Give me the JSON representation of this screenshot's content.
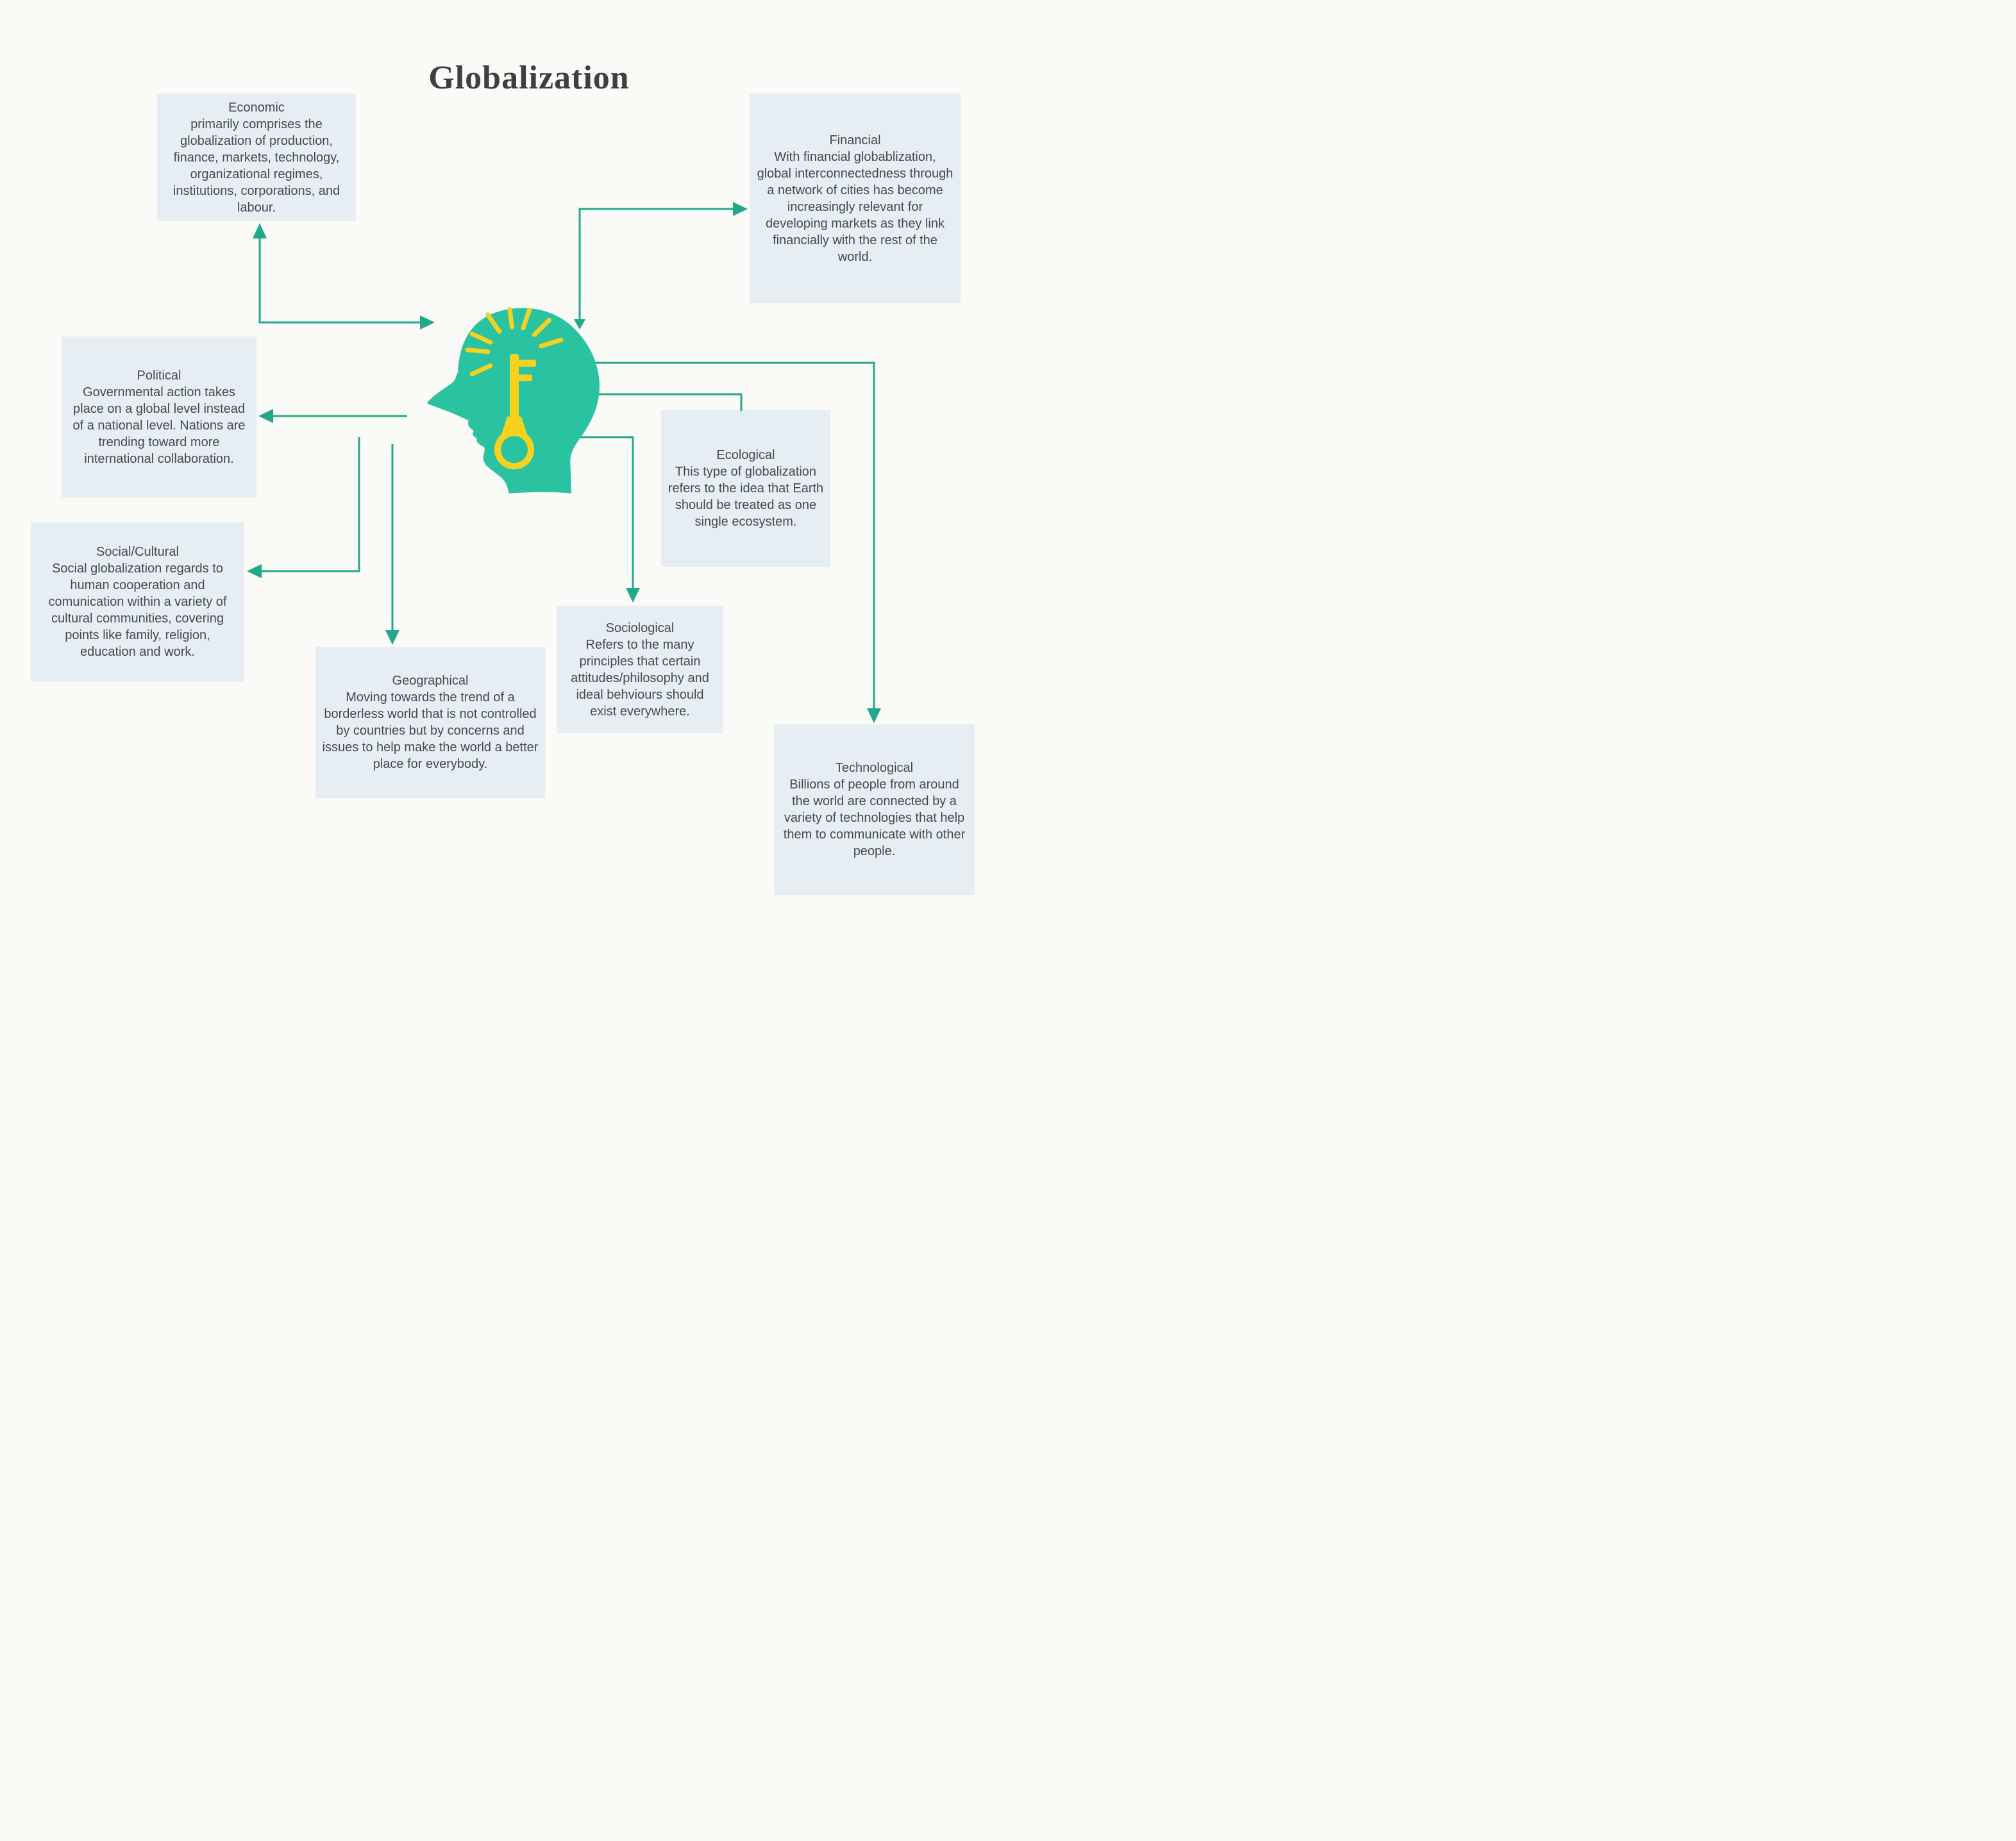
{
  "title": "Globalization",
  "colors": {
    "background": "#fafaf7",
    "box_bg": "#e6edf3",
    "text": "#444a4e",
    "title_color": "#3b4043",
    "connector": "#21a88b",
    "head_teal": "#29c3a2",
    "key_yellow": "#f6d21f"
  },
  "icons": {
    "center": "head-profile-icon",
    "inside_head": "key-icon",
    "around_key": "light-rays-icon"
  },
  "nodes": {
    "economic": {
      "label": "Economic",
      "body": "primarily comprises the globalization of production, finance, markets, technology, organizational regimes, institutions, corporations, and labour."
    },
    "financial": {
      "label": "Financial",
      "body": "With financial globablization, global interconnectedness through a network of cities has become increasingly relevant for developing markets as they link financially with the rest of the world."
    },
    "political": {
      "label": "Political",
      "body": "Governmental action takes place on a global level instead of a national level. Nations are trending toward more international collaboration."
    },
    "social_cultural": {
      "label": "Social/Cultural",
      "body": "Social globalization regards to human cooperation and comunication within a variety of cultural communities, covering points like family, religion, education and work."
    },
    "geographical": {
      "label": "Geographical",
      "body": "Moving towards the trend of a borderless world that is not controlled by countries but by concerns and issues to help make the world a better place for everybody."
    },
    "sociological": {
      "label": "Sociological",
      "body": "Refers to the many principles that certain attitudes/philosophy and ideal behviours should exist everywhere."
    },
    "ecological": {
      "label": "Ecological",
      "body": "This type of globalization refers to the idea that Earth should be treated as one single ecosystem."
    },
    "technological": {
      "label": "Technological",
      "body": "Billions of people from around the world are connected by a variety of technologies that help them to communicate with other people."
    }
  }
}
